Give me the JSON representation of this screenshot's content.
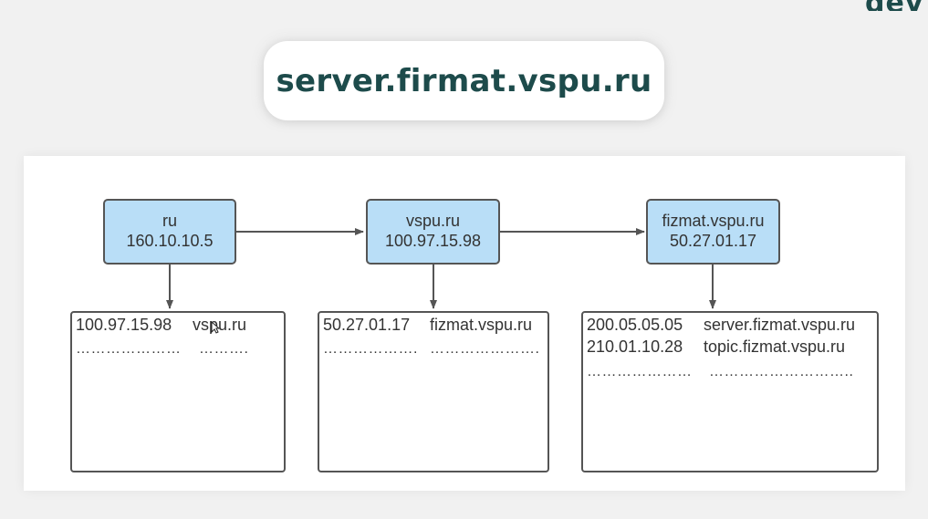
{
  "title": "server.firmat.vspu.ru",
  "logo_text": "dev",
  "nodes": [
    {
      "name": "ru",
      "ip": "160.10.10.5"
    },
    {
      "name": "vspu.ru",
      "ip": "100.97.15.98"
    },
    {
      "name": "fizmat.vspu.ru",
      "ip": "50.27.01.17"
    }
  ],
  "tables": [
    {
      "rows": [
        {
          "ip": "100.97.15.98",
          "host": "vspu.ru"
        },
        {
          "ip": "…………………",
          "host": "………."
        }
      ]
    },
    {
      "rows": [
        {
          "ip": "50.27.01.17",
          "host": "fizmat.vspu.ru"
        },
        {
          "ip": "……………….",
          "host": "…………………."
        }
      ]
    },
    {
      "rows": [
        {
          "ip": "200.05.05.05",
          "host": "server.fizmat.vspu.ru"
        },
        {
          "ip": "210.01.10.28",
          "host": "topic.fizmat.vspu.ru"
        },
        {
          "ip": "…………………",
          "host": "……………………….."
        }
      ]
    }
  ],
  "colors": {
    "node_fill": "#b9def7",
    "border": "#555555",
    "title_text": "#1d4b4b",
    "background": "#f1f1f1"
  },
  "icons": {
    "cursor": "mouse-pointer-icon"
  }
}
